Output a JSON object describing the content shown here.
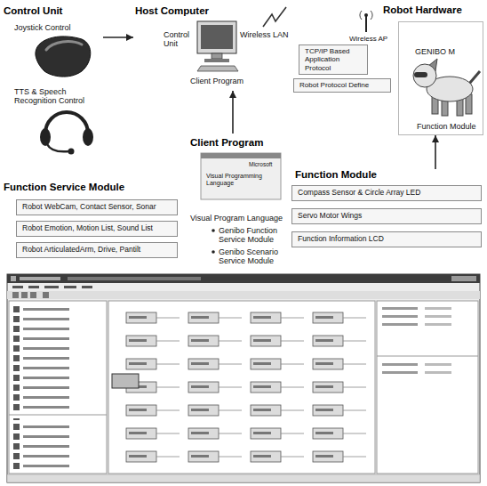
{
  "diagram": {
    "nodes": [
      {
        "text": [
          "Control Unit",
          "Joystick Control",
          "TTS & Speech Recognition Control"
        ]
      },
      {
        "text": [
          "Host Computer",
          "Control Unit",
          "Wireless LAN",
          "Client Program"
        ]
      },
      {
        "text": [
          "TCP/IP Based Application Protocol"
        ]
      },
      {
        "text": [
          "Robot Protocol Define"
        ]
      },
      {
        "text": [
          "Robot Hardware",
          "Wireless AP",
          "GENIBO M",
          "Function Module"
        ]
      },
      {
        "text": [
          "Client Program",
          "Visual Program Language",
          "Genibo Function Service Module",
          "Genibo Scenario Service Module"
        ]
      },
      {
        "text": [
          "Function Service Module"
        ]
      },
      {
        "text": [
          "Robot WebCam, Contact Sensor, Sonar"
        ],
        "in": 6
      },
      {
        "text": [
          "Robot Emotion, Motion List, Sound List"
        ],
        "in": 6
      },
      {
        "text": [
          "Robot ArticulatedArm, Drive, Pantilt"
        ],
        "in": 6
      },
      {
        "text": [
          "Function Module"
        ]
      },
      {
        "text": [
          "Compass Sensor & Circle Array LED"
        ],
        "in": 10
      },
      {
        "text": [
          "Servo Motor Wings"
        ],
        "in": 10
      },
      {
        "text": [
          "Function Information LCD"
        ],
        "in": 10
      }
    ],
    "edges": [
      {
        "from": 0,
        "to": 1,
        "arrow": "to"
      },
      {
        "from": 5,
        "to": 1,
        "arrow": "to"
      },
      {
        "from": 10,
        "to": 4,
        "arrow": "to"
      }
    ],
    "labels": [
      "Microsoft",
      "Visual Programming Language"
    ]
  }
}
